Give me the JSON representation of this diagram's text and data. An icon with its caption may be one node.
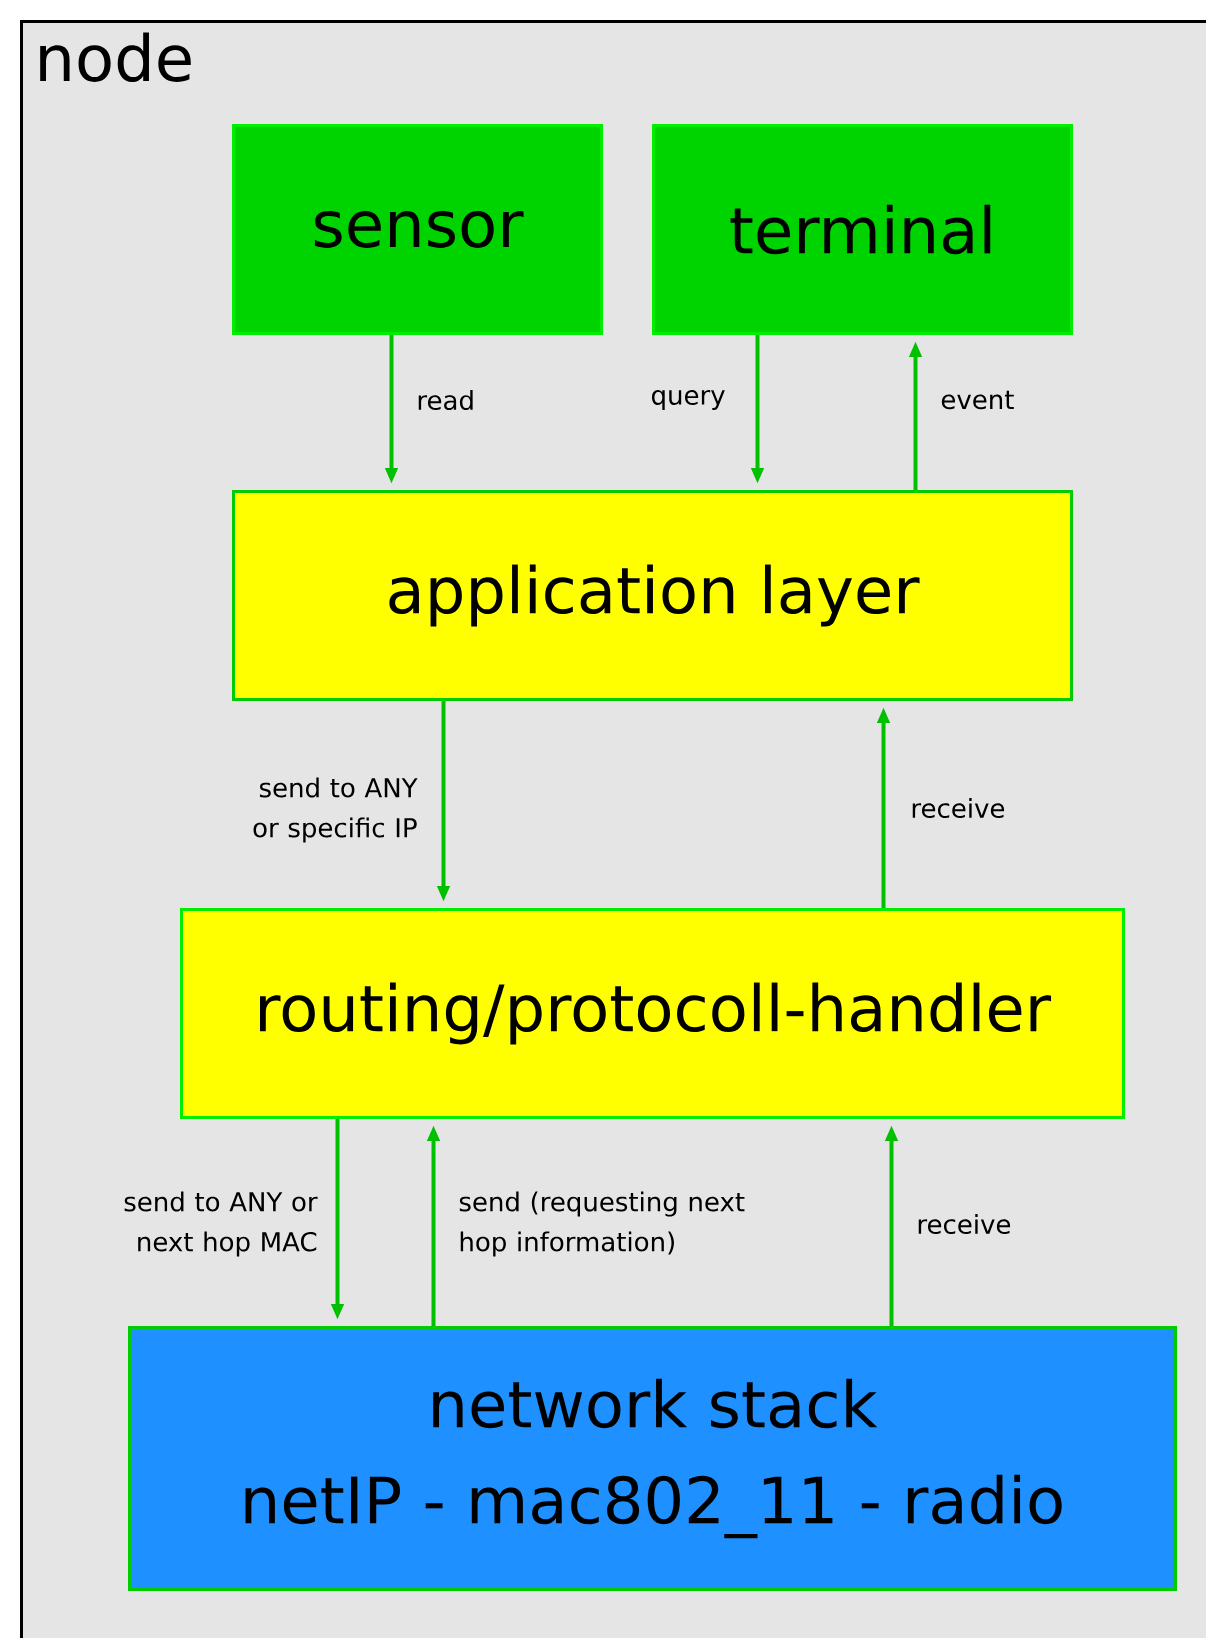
{
  "diagram": {
    "nodes": [
      {
        "text": [
          "node"
        ]
      },
      {
        "text": [
          "sensor"
        ],
        "in": 0
      },
      {
        "text": [
          "terminal"
        ],
        "in": 0
      },
      {
        "text": [
          "application layer"
        ],
        "in": 0
      },
      {
        "text": [
          "routing/protocoll-handler"
        ],
        "in": 0
      },
      {
        "text": [
          "network stack",
          "netIP - mac802_11 - radio"
        ],
        "in": 0
      }
    ],
    "edges": [
      {
        "from": 1,
        "to": 3,
        "arrow": "to",
        "label": "read"
      },
      {
        "from": 2,
        "to": 3,
        "arrow": "to",
        "label": "query"
      },
      {
        "from": 3,
        "to": 2,
        "arrow": "to",
        "label": "event"
      },
      {
        "from": 3,
        "to": 4,
        "arrow": "to",
        "label": "send to ANY or specific IP"
      },
      {
        "from": 4,
        "to": 3,
        "arrow": "to",
        "label": "receive"
      },
      {
        "from": 4,
        "to": 5,
        "arrow": "to",
        "label": "send to ANY or next hop MAC"
      },
      {
        "from": 5,
        "to": 4,
        "arrow": "to",
        "label": "send (requesting next hop information)"
      },
      {
        "from": 5,
        "to": 4,
        "arrow": "to",
        "label": "receive"
      }
    ]
  }
}
